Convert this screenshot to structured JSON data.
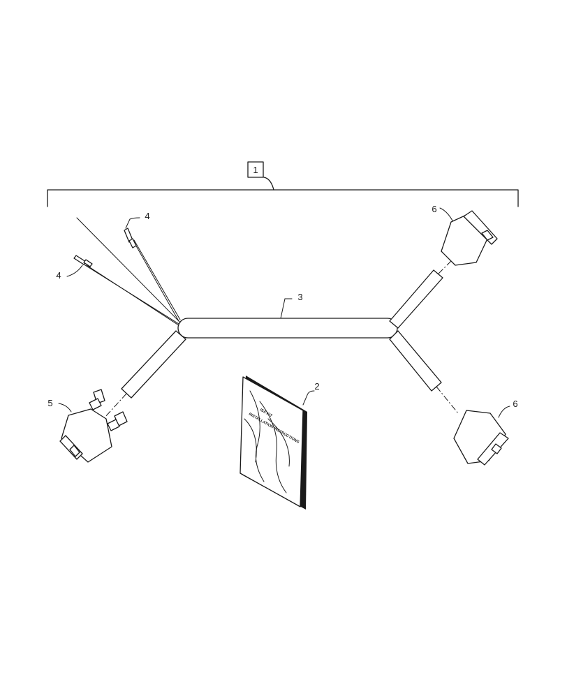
{
  "callouts": {
    "assembly": "1",
    "manual": "2",
    "harness": "3",
    "terminal_upper": "4",
    "terminal_lower": "4",
    "connector_left": "5",
    "connector_right_top": "6",
    "connector_right_bottom": "6"
  },
  "manual": {
    "title_line_1": "ISA KIT",
    "title_line_2": "INSTALLATION INSTRUCTIONS"
  }
}
